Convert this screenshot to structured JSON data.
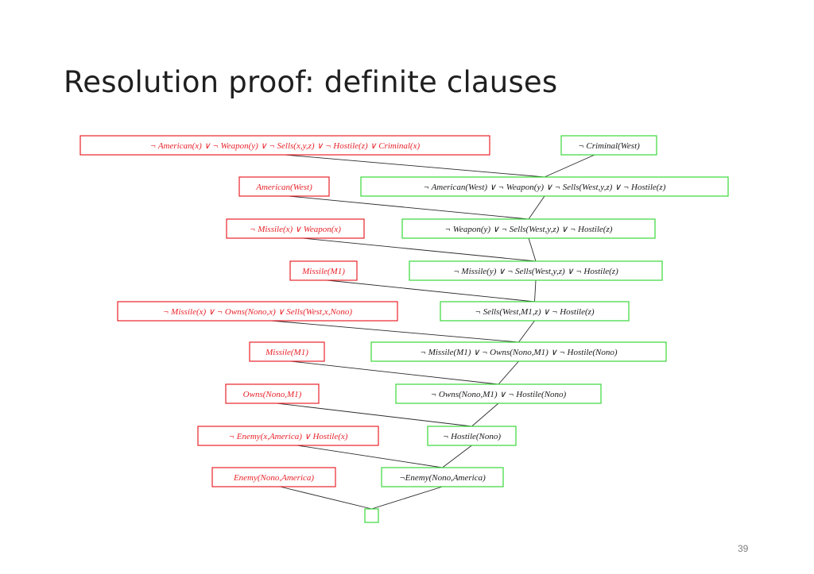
{
  "slide": {
    "title": "Resolution proof: definite clauses",
    "page_number": "39"
  },
  "colors": {
    "kb_clause": "#e8232a",
    "derived_clause": "#3ad83a",
    "derived_text": "#1a1a1a",
    "edge": "#2b2b2b"
  },
  "kb_clauses": [
    "¬ American(x)  ∨ ¬ Weapon(y)  ∨ ¬ Sells(x,y,z)   ∨ ¬ Hostile(z)  ∨ Criminal(x)",
    "American(West)",
    "¬ Missile(x)   ∨ Weapon(x)",
    "Missile(M1)",
    "¬ Missile(x)   ∨ ¬ Owns(Nono,x)   ∨ Sells(West,x,Nono)",
    "Missile(M1)",
    "Owns(Nono,M1)",
    "¬ Enemy(x,America)   ∨ Hostile(x)",
    "Enemy(Nono,America)"
  ],
  "derived_clauses": [
    "¬ Criminal(West)",
    "¬ American(West)   ∨ ¬ Weapon(y)   ∨ ¬ Sells(West,y,z)    ∨ ¬ Hostile(z)",
    "¬ Weapon(y)   ∨ ¬ Sells(West,y,z)    ∨ ¬ Hostile(z)",
    "¬ Missile(y)   ∨ ¬ Sells(West,y,z)    ∨ ¬ Hostile(z)",
    "¬ Sells(West,M1,z)    ∨ ¬ Hostile(z)",
    "¬ Missile(M1)   ∨ ¬ Owns(Nono,M1)   ∨ ¬ Hostile(Nono)",
    "¬ Owns(Nono,M1)   ∨ ¬ Hostile(Nono)",
    "¬ Hostile(Nono)",
    "¬Enemy(Nono,America)",
    ""
  ]
}
